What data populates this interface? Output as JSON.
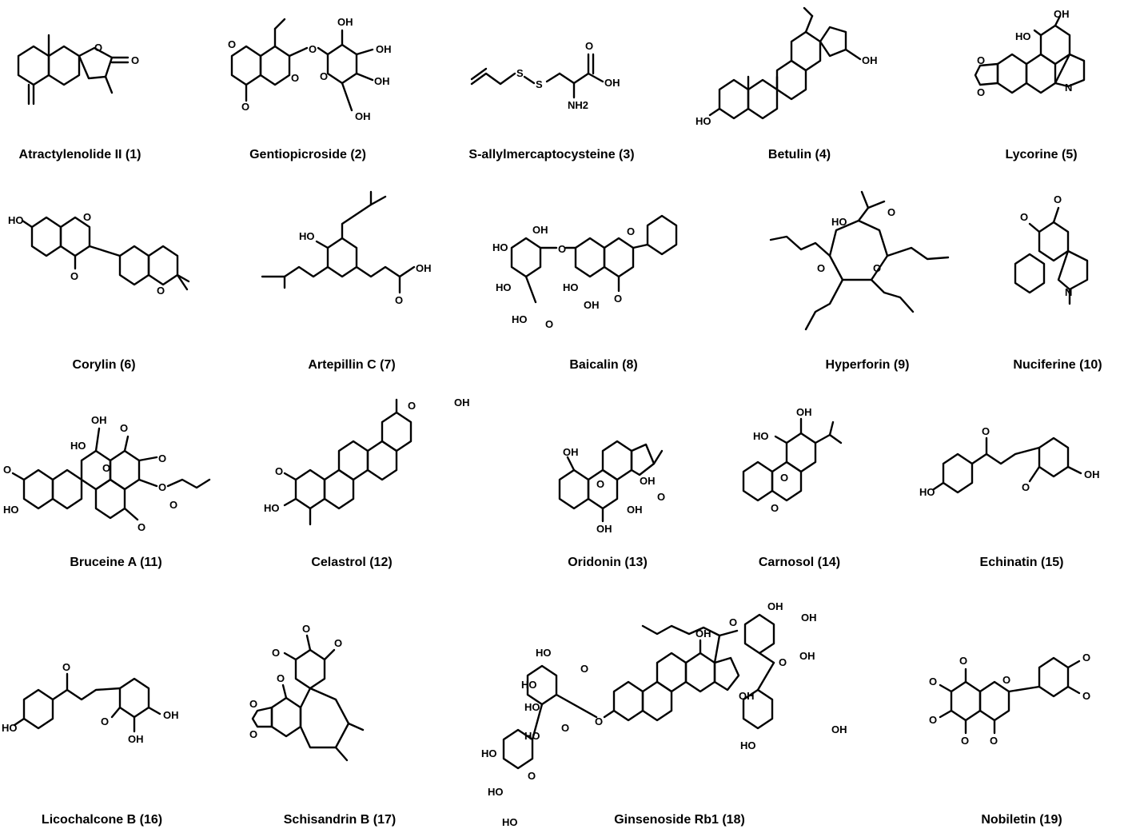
{
  "figure": {
    "compounds": [
      {
        "name": "Atractylenolide II (1)",
        "atoms": [
          "O",
          "O"
        ]
      },
      {
        "name": "Gentiopicroside (2)",
        "atoms": [
          "O",
          "O",
          "O",
          "OH",
          "OH",
          "OH",
          "OH",
          "O",
          "O"
        ]
      },
      {
        "name": "S-allylmercaptocysteine (3)",
        "atoms": [
          "S",
          "S",
          "NH2",
          "O",
          "OH"
        ]
      },
      {
        "name": "Betulin (4)",
        "atoms": [
          "OH",
          "HO"
        ]
      },
      {
        "name": "Lycorine (5)",
        "atoms": [
          "OH",
          "HO",
          "O",
          "O",
          "N"
        ]
      },
      {
        "name": "Corylin (6)",
        "atoms": [
          "HO",
          "O",
          "O",
          "O"
        ]
      },
      {
        "name": "Artepillin C (7)",
        "atoms": [
          "HO",
          "OH",
          "O"
        ]
      },
      {
        "name": "Baicalin (8)",
        "atoms": [
          "OH",
          "HO",
          "HO",
          "O",
          "O",
          "HO",
          "OH",
          "O",
          "HO",
          "O"
        ]
      },
      {
        "name": "Hyperforin (9)",
        "atoms": [
          "HO",
          "O",
          "O",
          "O"
        ]
      },
      {
        "name": "Nuciferine (10)",
        "atoms": [
          "O",
          "O",
          "N"
        ]
      },
      {
        "name": "Bruceine A (11)",
        "atoms": [
          "OH",
          "HO",
          "O",
          "O",
          "O",
          "HO",
          "O",
          "O",
          "O",
          "O"
        ]
      },
      {
        "name": "Celastrol (12)",
        "atoms": [
          "OH",
          "O",
          "O",
          "HO"
        ]
      },
      {
        "name": "Oridonin (13)",
        "atoms": [
          "OH",
          "O",
          "OH",
          "O",
          "OH",
          "OH"
        ]
      },
      {
        "name": "Carnosol (14)",
        "atoms": [
          "OH",
          "HO",
          "O",
          "O"
        ]
      },
      {
        "name": "Echinatin (15)",
        "atoms": [
          "O",
          "HO",
          "O",
          "OH"
        ]
      },
      {
        "name": "Licochalcone B (16)",
        "atoms": [
          "O",
          "HO",
          "O",
          "OH",
          "OH"
        ]
      },
      {
        "name": "Schisandrin B (17)",
        "atoms": [
          "O",
          "O",
          "O",
          "O",
          "O",
          "O"
        ]
      },
      {
        "name": "Ginsenoside Rb1 (18)",
        "atoms": [
          "OH",
          "O",
          "OH",
          "OH",
          "OH",
          "HO",
          "O",
          "O",
          "HO",
          "HO",
          "O",
          "HO",
          "HO",
          "HO",
          "O",
          "HO",
          "O",
          "OH",
          "HO",
          "OH"
        ]
      },
      {
        "name": "Nobiletin (19)",
        "atoms": [
          "O",
          "O",
          "O",
          "O",
          "O",
          "O",
          "O",
          "O"
        ]
      }
    ]
  }
}
